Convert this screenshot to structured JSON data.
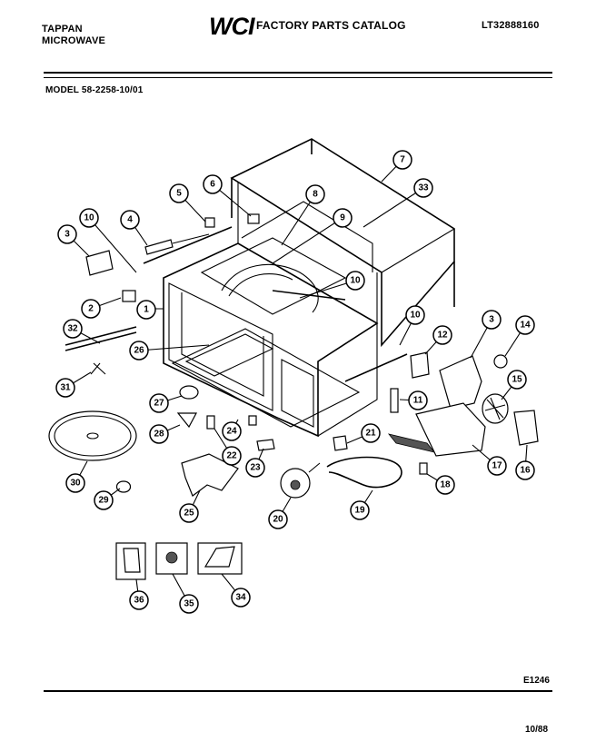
{
  "header": {
    "brand_line1": "TAPPAN",
    "brand_line2": "MICROWAVE",
    "logo": "WCI",
    "catalog_title": "FACTORY PARTS CATALOG",
    "catalog_number": "LT32888160",
    "model": "MODEL 58-2258-10/01"
  },
  "diagram": {
    "callouts": [
      "1",
      "2",
      "3",
      "4",
      "5",
      "6",
      "7",
      "8",
      "9",
      "10",
      "10",
      "10",
      "11",
      "12",
      "3",
      "14",
      "15",
      "16",
      "17",
      "18",
      "19",
      "20",
      "21",
      "22",
      "23",
      "24",
      "25",
      "26",
      "27",
      "28",
      "29",
      "30",
      "31",
      "32",
      "33",
      "34",
      "35",
      "36"
    ]
  },
  "footer": {
    "figure_code": "E1246",
    "date_code": "10/88"
  }
}
